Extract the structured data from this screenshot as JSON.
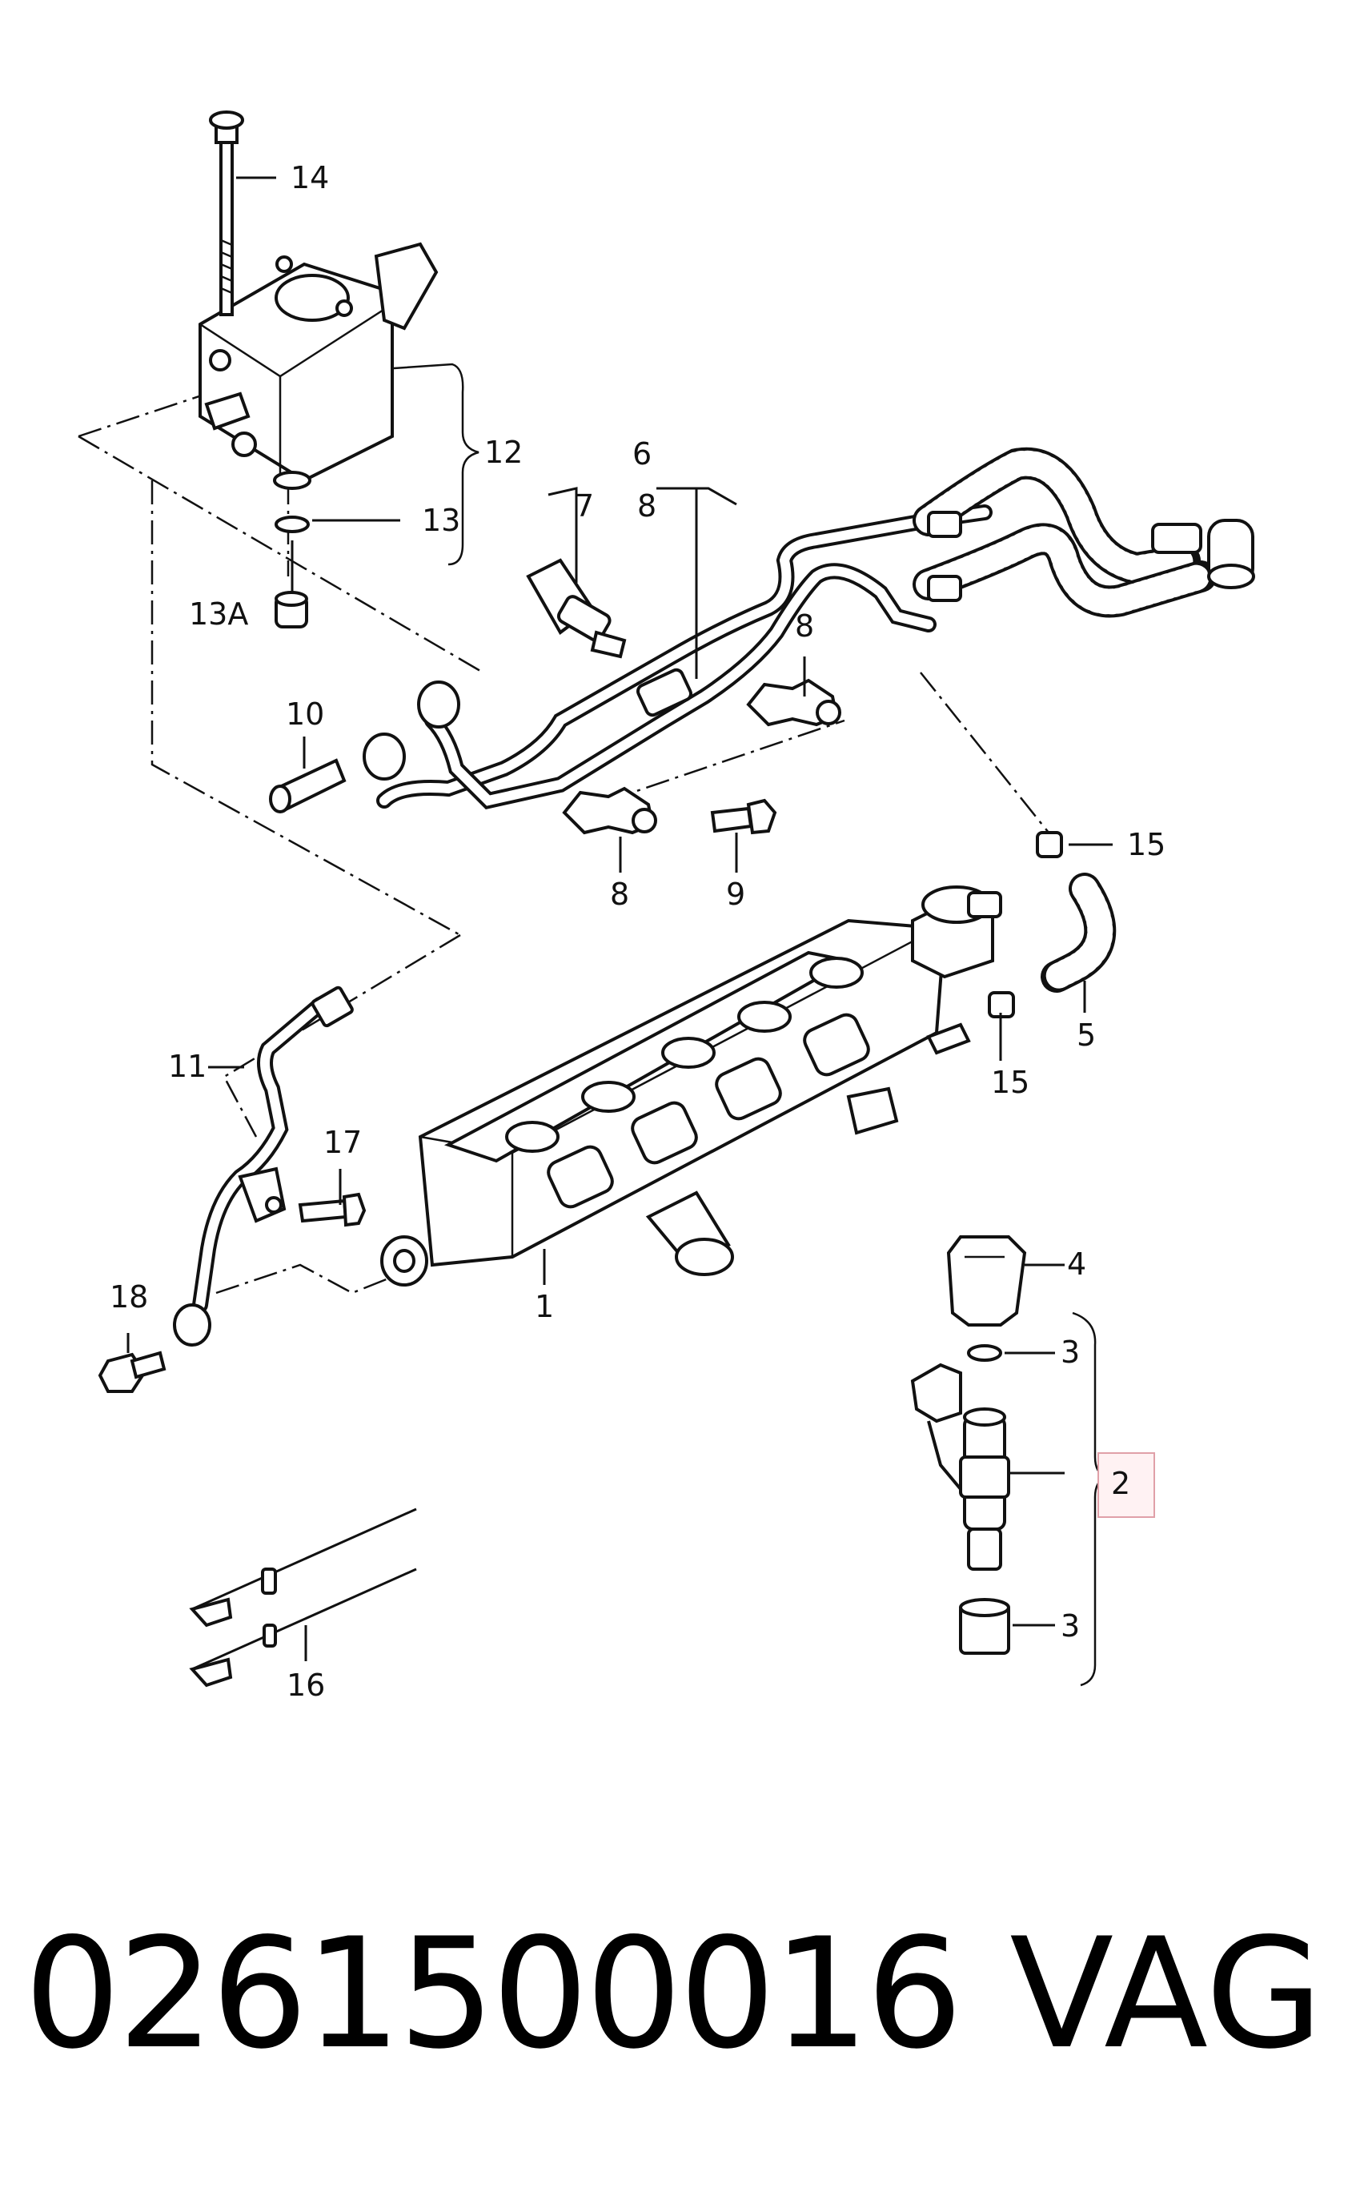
{
  "callouts": {
    "c1": "1",
    "c2": "2",
    "c3a": "3",
    "c3b": "3",
    "c4": "4",
    "c5": "5",
    "c6": "6",
    "c7": "7",
    "c8a": "8",
    "c8b": "8",
    "c8c": "8",
    "c9": "9",
    "c10": "10",
    "c11": "11",
    "c12": "12",
    "c13": "13",
    "c13a": "13A",
    "c14": "14",
    "c15a": "15",
    "c15b": "15",
    "c16": "16",
    "c17": "17",
    "c18": "18"
  },
  "highlight_color": "#e0a0a8",
  "footer": {
    "part_number": "0261500016",
    "brand": "VAG"
  }
}
